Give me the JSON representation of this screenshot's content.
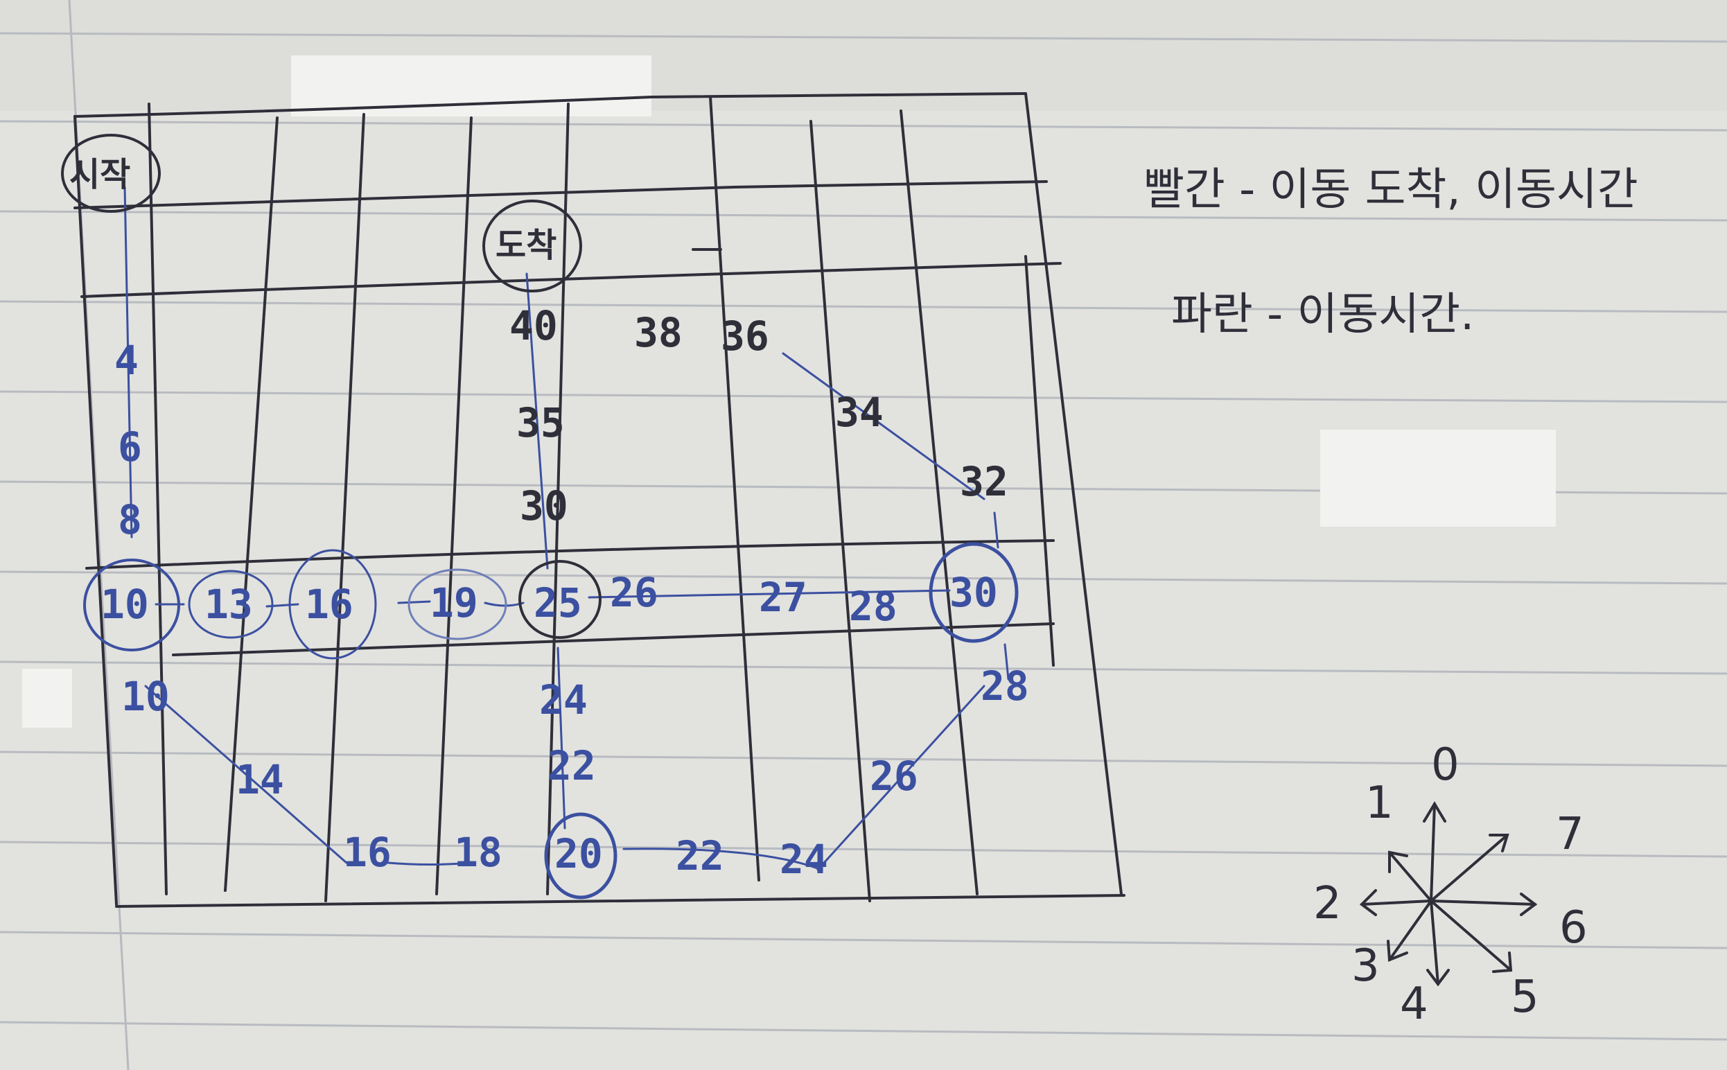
{
  "colors": {
    "paper": "#e4e4e1",
    "rule_line": "#b9bcc0",
    "margin_line": "#bdbfc3",
    "pencil_ink": "#2f2f3a",
    "blue_ink": "#3b50a0",
    "redaction": "#f2f2f2"
  },
  "grid": {
    "start_label": "시작",
    "goal_label": "도착",
    "left_column_values": [
      "4",
      "6",
      "8"
    ],
    "top_row_values": [
      "40",
      "38",
      "36"
    ],
    "middle_column_values": [
      "35",
      "30"
    ],
    "right_upper_values": [
      "34",
      "32"
    ],
    "corridor_row_values": [
      "10",
      "13",
      "16",
      "19",
      "25",
      "26",
      "27",
      "28",
      "30"
    ],
    "lower_middle_values": [
      "24",
      "22"
    ],
    "bottom_row_values": [
      "10",
      "14",
      "16",
      "18",
      "20",
      "22",
      "24",
      "26",
      "28"
    ]
  },
  "notes": {
    "line1": "빨간 - 이동 도착, 이동시간",
    "line2": "파란 - 이동시간."
  },
  "compass": {
    "labels": [
      "0",
      "1",
      "2",
      "3",
      "4",
      "5",
      "6",
      "7"
    ]
  }
}
